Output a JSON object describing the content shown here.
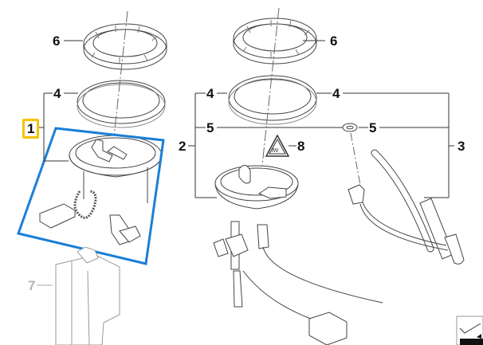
{
  "diagram": {
    "title": "Fuel pump and level sensor exploded view",
    "highlight_color": "#f5c400",
    "selection_color": "#1a7fd6",
    "line_color": "#333333",
    "callouts": [
      {
        "id": "1",
        "label": "1",
        "highlighted": true
      },
      {
        "id": "2",
        "label": "2"
      },
      {
        "id": "3",
        "label": "3"
      },
      {
        "id": "4a",
        "label": "4"
      },
      {
        "id": "4b",
        "label": "4"
      },
      {
        "id": "4c",
        "label": "4"
      },
      {
        "id": "5a",
        "label": "5"
      },
      {
        "id": "5b",
        "label": "5"
      },
      {
        "id": "6a",
        "label": "6"
      },
      {
        "id": "6b",
        "label": "6"
      },
      {
        "id": "7",
        "label": "7",
        "dimmed": true
      },
      {
        "id": "8",
        "label": "8"
      }
    ],
    "parts": [
      {
        "name": "locking-ring",
        "callout": "6"
      },
      {
        "name": "sealing-ring",
        "callout": "4"
      },
      {
        "name": "o-ring",
        "callout": "5"
      },
      {
        "name": "fuel-pump-assembly",
        "callout": "1",
        "selected": true
      },
      {
        "name": "level-sensor-assembly",
        "callout": "2"
      },
      {
        "name": "suction-hose-with-sensor",
        "callout": "3"
      },
      {
        "name": "swirl-pot",
        "callout": "7"
      },
      {
        "name": "warning-sticker",
        "callout": "8"
      }
    ]
  }
}
